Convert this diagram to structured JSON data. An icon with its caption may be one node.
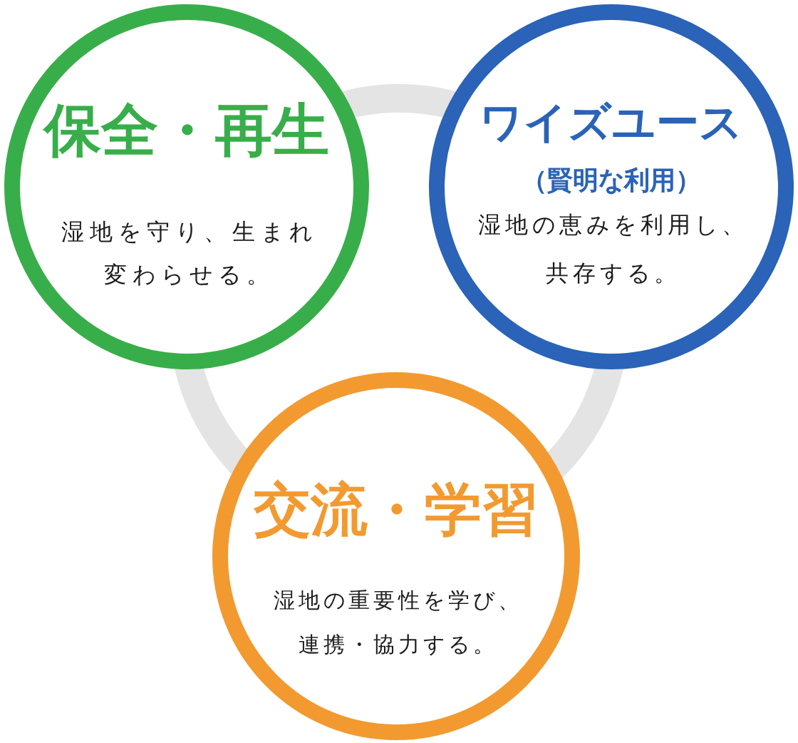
{
  "diagram": {
    "nodes": [
      {
        "text": [
          "保全・再生",
          "湿地を守り、生まれ変わらせる。"
        ]
      },
      {
        "text": [
          "ワイズユース",
          "（賢明な利用）",
          "湿地の恵みを利用し、共存する。"
        ]
      },
      {
        "text": [
          "交流・学習",
          "湿地の重要性を学び、連携・協力する。"
        ]
      }
    ],
    "edges": [
      {
        "from": 0,
        "to": 1,
        "arrow": "none"
      },
      {
        "from": 1,
        "to": 2,
        "arrow": "none"
      },
      {
        "from": 2,
        "to": 0,
        "arrow": "none"
      }
    ]
  }
}
